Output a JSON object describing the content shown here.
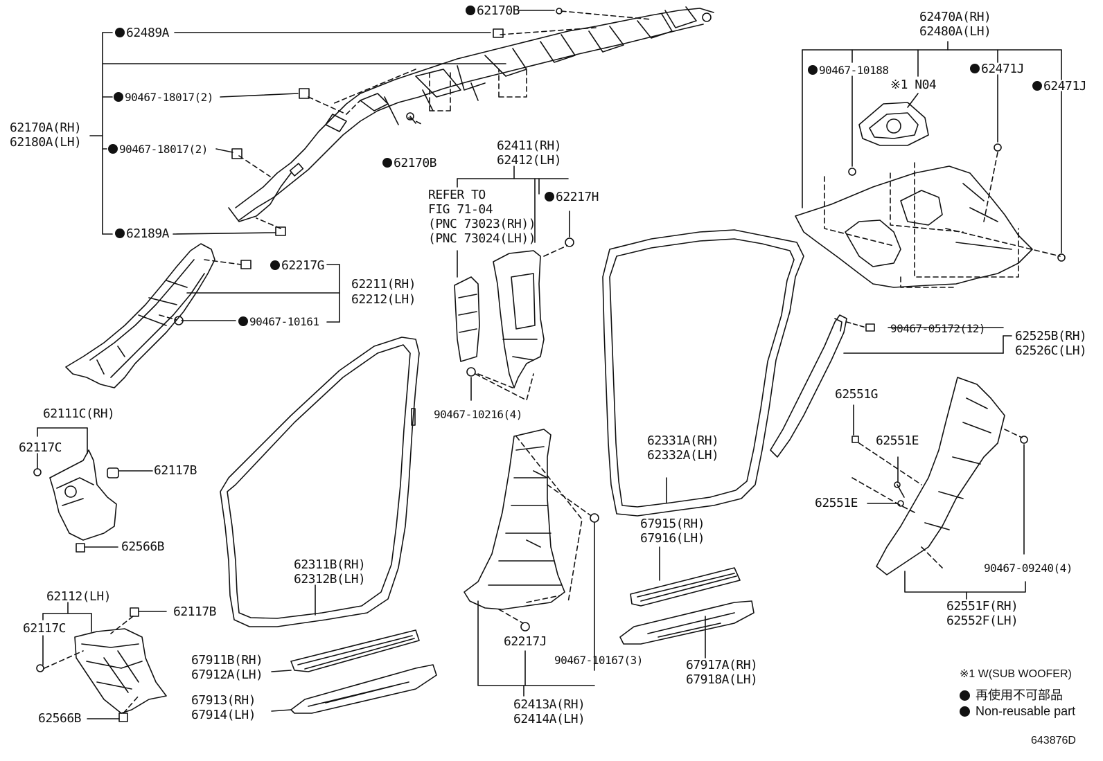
{
  "diagram_id": "643876D",
  "labels": {
    "l62170B_top": "62170B",
    "l62489A": "62489A",
    "l90467_18017_a": "90467-18017(2)",
    "l90467_18017_b": "90467-18017(2)",
    "l62170A_rh": "62170A(RH)",
    "l62180A_lh": "62180A(LH)",
    "l62170B_mid": "62170B",
    "l62189A": "62189A",
    "l62217G": "62217G",
    "l62211_rh": "62211(RH)",
    "l62212_lh": "62212(LH)",
    "l90467_10161": "90467-10161",
    "l62411_rh": "62411(RH)",
    "l62412_lh": "62412(LH)",
    "refer_1": "REFER TO",
    "refer_2": "FIG 71-04",
    "refer_3": "(PNC 73023(RH))",
    "refer_4": "(PNC 73024(LH))",
    "l62217H": "62217H",
    "l90467_10216": "90467-10216(4)",
    "l62111C_rh": "62111C(RH)",
    "l62117C_a": "62117C",
    "l62117B_a": "62117B",
    "l62566B_a": "62566B",
    "l62112_lh": "62112(LH)",
    "l62117B_b": "62117B",
    "l62117C_b": "62117C",
    "l62566B_b": "62566B",
    "l62311B_rh": "62311B(RH)",
    "l62312B_lh": "62312B(LH)",
    "l67911B_rh": "67911B(RH)",
    "l67912A_lh": "67912A(LH)",
    "l67913_rh": "67913(RH)",
    "l67914_lh": "67914(LH)",
    "l62217J": "62217J",
    "l90467_10167": "90467-10167(3)",
    "l62413A_rh": "62413A(RH)",
    "l62414A_lh": "62414A(LH)",
    "l62331A_rh": "62331A(RH)",
    "l62332A_lh": "62332A(LH)",
    "l67915_rh": "67915(RH)",
    "l67916_lh": "67916(LH)",
    "l67917A_rh": "67917A(RH)",
    "l67918A_lh": "67918A(LH)",
    "l62470A_rh": "62470A(RH)",
    "l62480A_lh": "62480A(LH)",
    "l90467_10188": "90467-10188",
    "l_note1_N04": "※1 N04",
    "l62471J_a": "62471J",
    "l62471J_b": "62471J",
    "l90467_05172": "90467-05172(12)",
    "l62525B_rh": "62525B(RH)",
    "l62526C_lh": "62526C(LH)",
    "l62551G": "62551G",
    "l62551E_a": "62551E",
    "l62551E_b": "62551E",
    "l90467_09240": "90467-09240(4)",
    "l62551F_rh": "62551F(RH)",
    "l62552F_lh": "62552F(LH)"
  },
  "legend": {
    "note1": "※1 W(SUB WOOFER)",
    "nonreusable_jp": "再使用不可部品",
    "nonreusable_en": "Non-reusable part"
  }
}
